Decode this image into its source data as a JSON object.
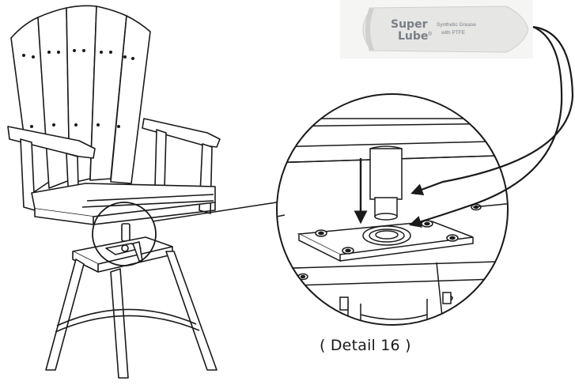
{
  "caption": "( Detail 16 )",
  "grease_packet": {
    "brand_line1": "Super",
    "brand_line2": "Lube",
    "registered_mark": "®",
    "desc_line1": "Synthetic Grease",
    "desc_line2": "with PTFE"
  },
  "colors": {
    "line": "#1a1a1a",
    "packet": "#e6e6e4",
    "brand_text": "#7a7f86"
  },
  "icons": [
    "chair-illustration",
    "grease-packet",
    "detail-magnifier",
    "arrow-down",
    "arrow-curved"
  ]
}
